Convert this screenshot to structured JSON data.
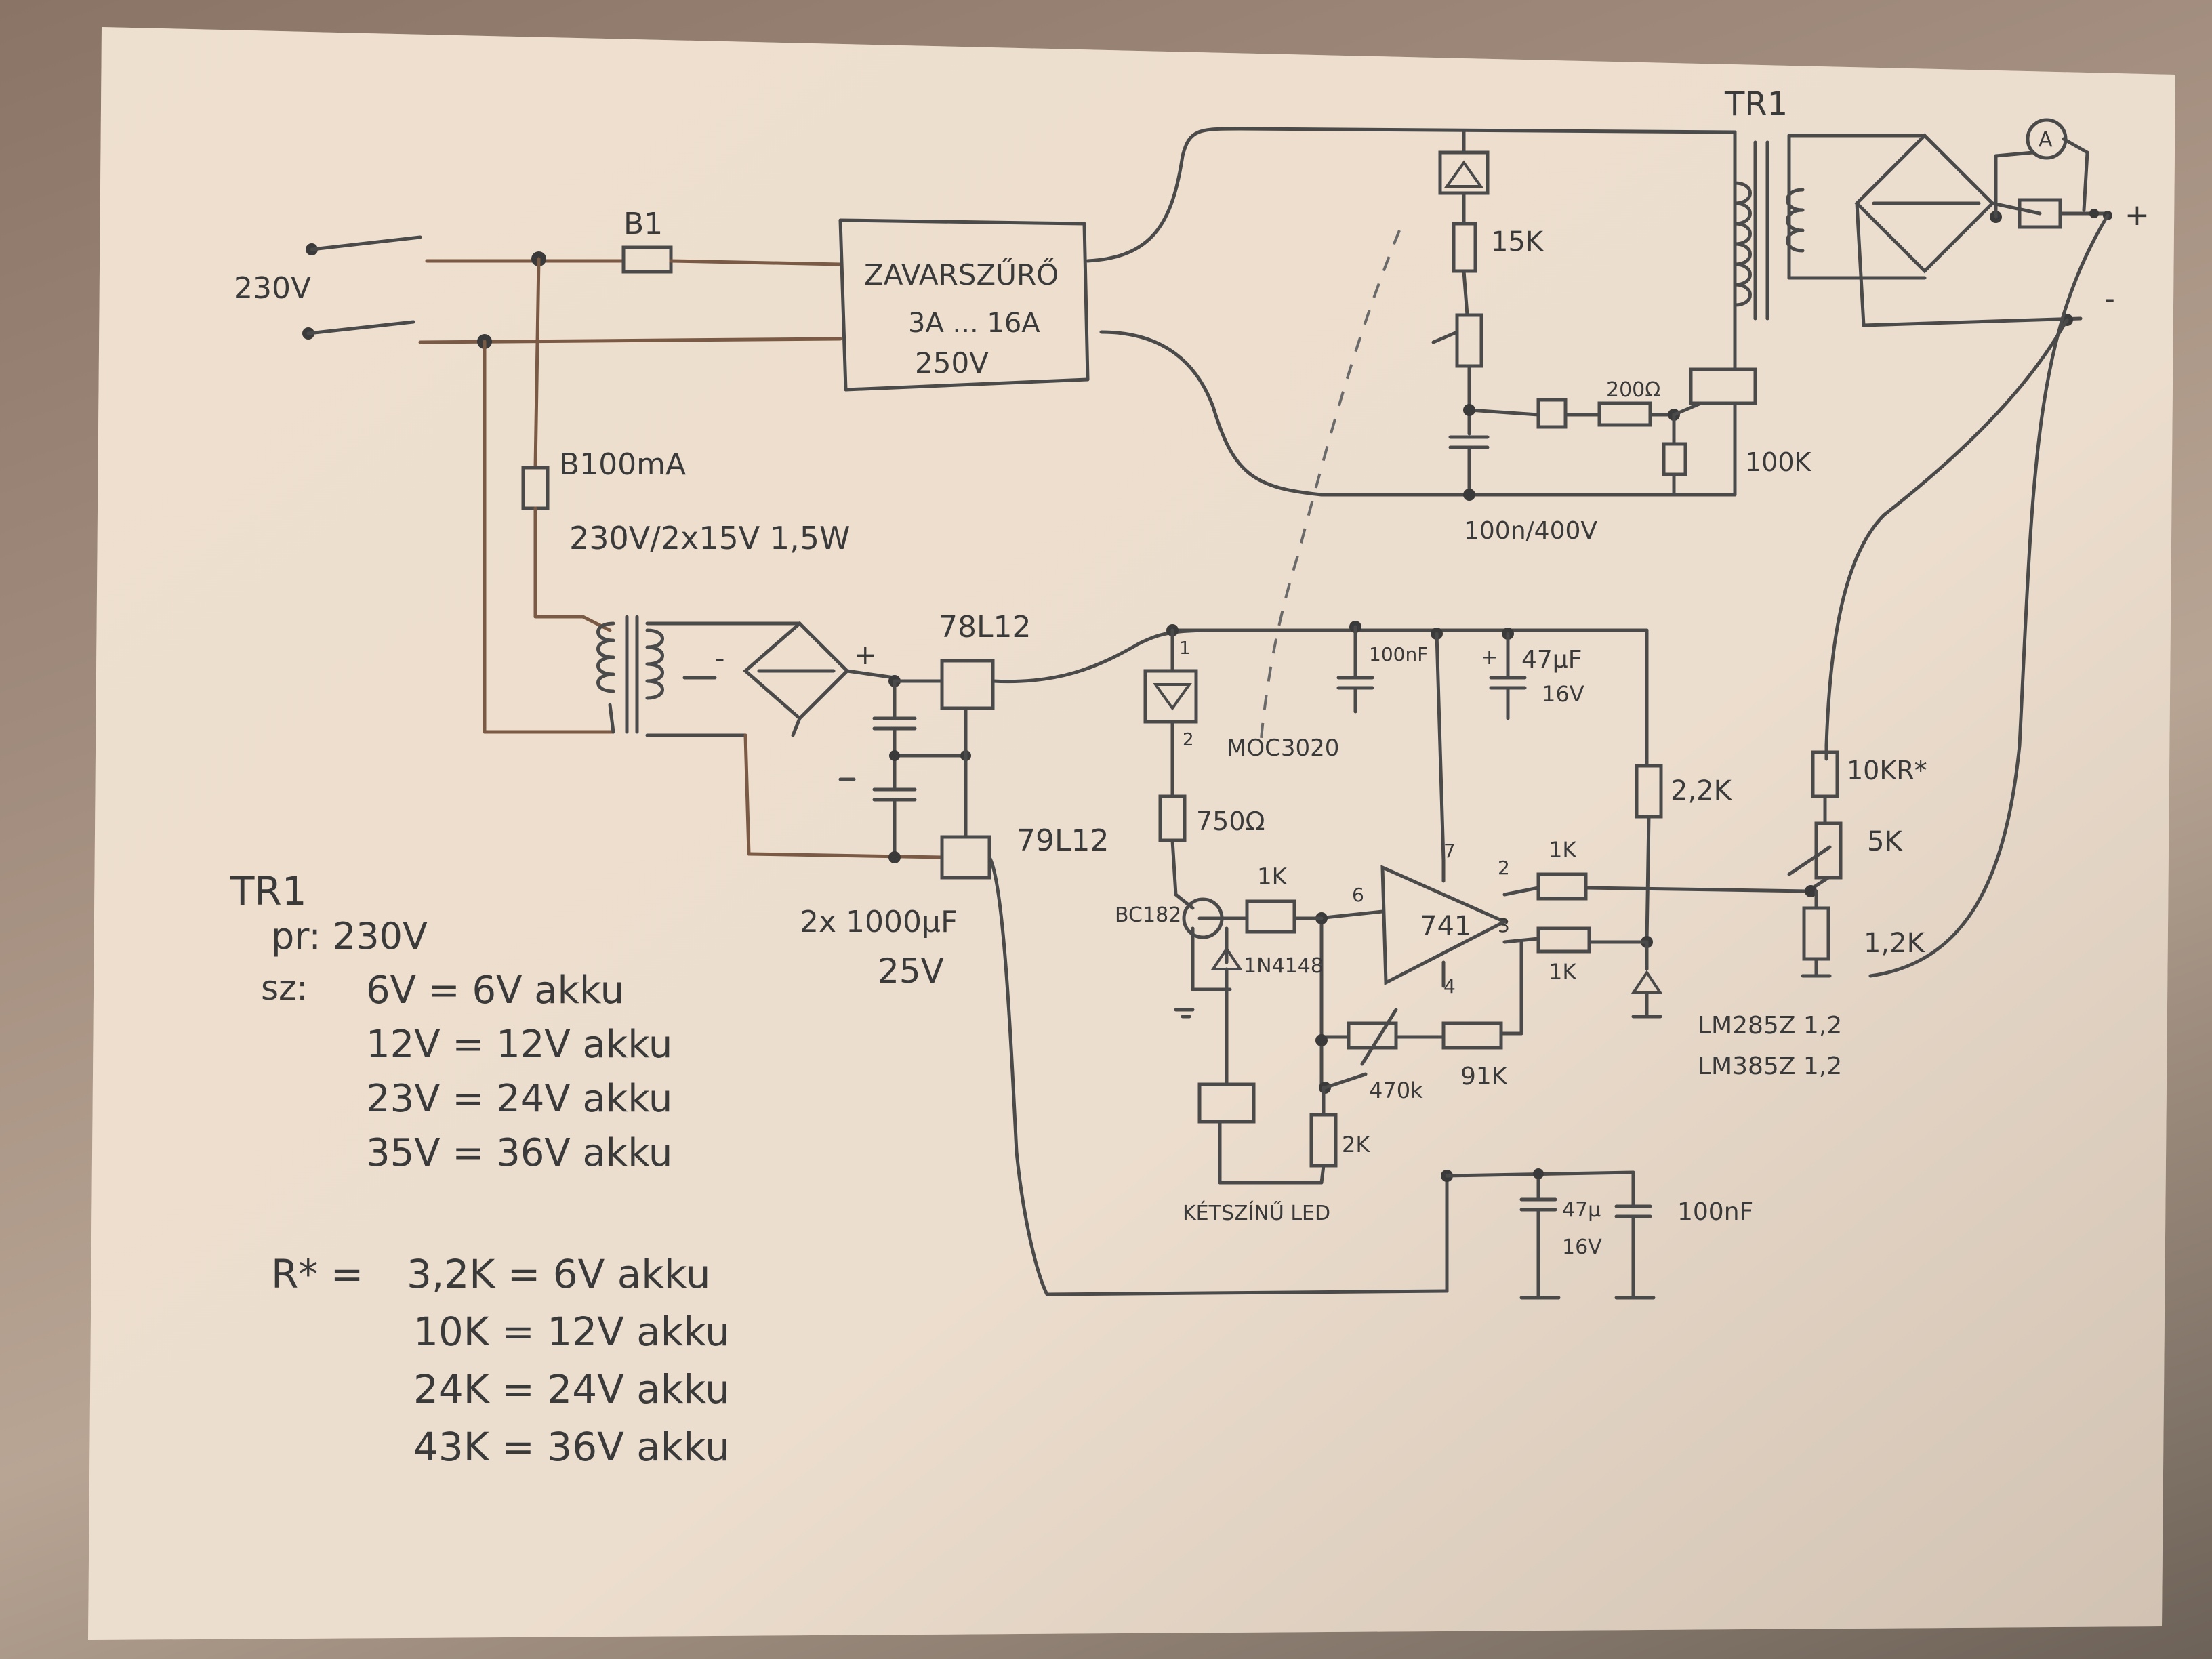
{
  "labels": {
    "mains_voltage": "230V",
    "fuse_main": "B1",
    "filter_line1": "ZAVARSZŰRŐ",
    "filter_line2": "3A ... 16A",
    "filter_line3": "250V",
    "fuse_aux": "B100mA",
    "aux_transformer": "230V/2x15V 1,5W",
    "main_transformer": "TR1",
    "triac_r": "15K",
    "diac_r": "200Ω",
    "gate_r": "100K",
    "snubber_cap": "100n/400V",
    "reg_pos": "78L12",
    "reg_neg": "79L12",
    "caps_value": "2x 1000μF",
    "caps_voltage": "25V",
    "opto": "MOC3020",
    "opto_r": "750Ω",
    "cap_100n": "100nF",
    "cap_47u": "47μF",
    "cap_47u_v": "16V",
    "r_22k": "2,2K",
    "transistor": "BC182",
    "diode": "1N4148",
    "r_1k_a": "1K",
    "r_1k_b": "1K",
    "r_1k_c": "1K",
    "opamp": "741",
    "r_470k": "470k",
    "r_91k": "91K",
    "r_2k": "2K",
    "led": "KÉTSZÍNŰ LED",
    "ref_1": "LM285Z 1,2",
    "ref_2": "LM385Z 1,2",
    "r_star": "10KR*",
    "pot_5k": "5K",
    "r_12k": "1,2K",
    "cap_47u_b": "47μ",
    "cap_47u_b_v": "16V",
    "cap_100n_b": "100nF",
    "pin6": "6",
    "pin2": "2",
    "pin3": "3",
    "pin7": "7",
    "pin4": "4",
    "opto_pin1": "1",
    "opto_pin2": "2",
    "plus": "+",
    "minus": "-",
    "ammeter": "A"
  },
  "notes": {
    "title": "TR1",
    "primary": "pr: 230V",
    "secondary_label": "sz:",
    "rows": [
      "6V = 6V akku",
      "12V = 12V akku",
      "23V = 24V akku",
      "35V = 36V akku"
    ],
    "rstar_label": "R* =",
    "rstar_rows": [
      "3,2K = 6V akku",
      "10K = 12V akku",
      "24K = 24V akku",
      "43K = 36V akku"
    ]
  }
}
